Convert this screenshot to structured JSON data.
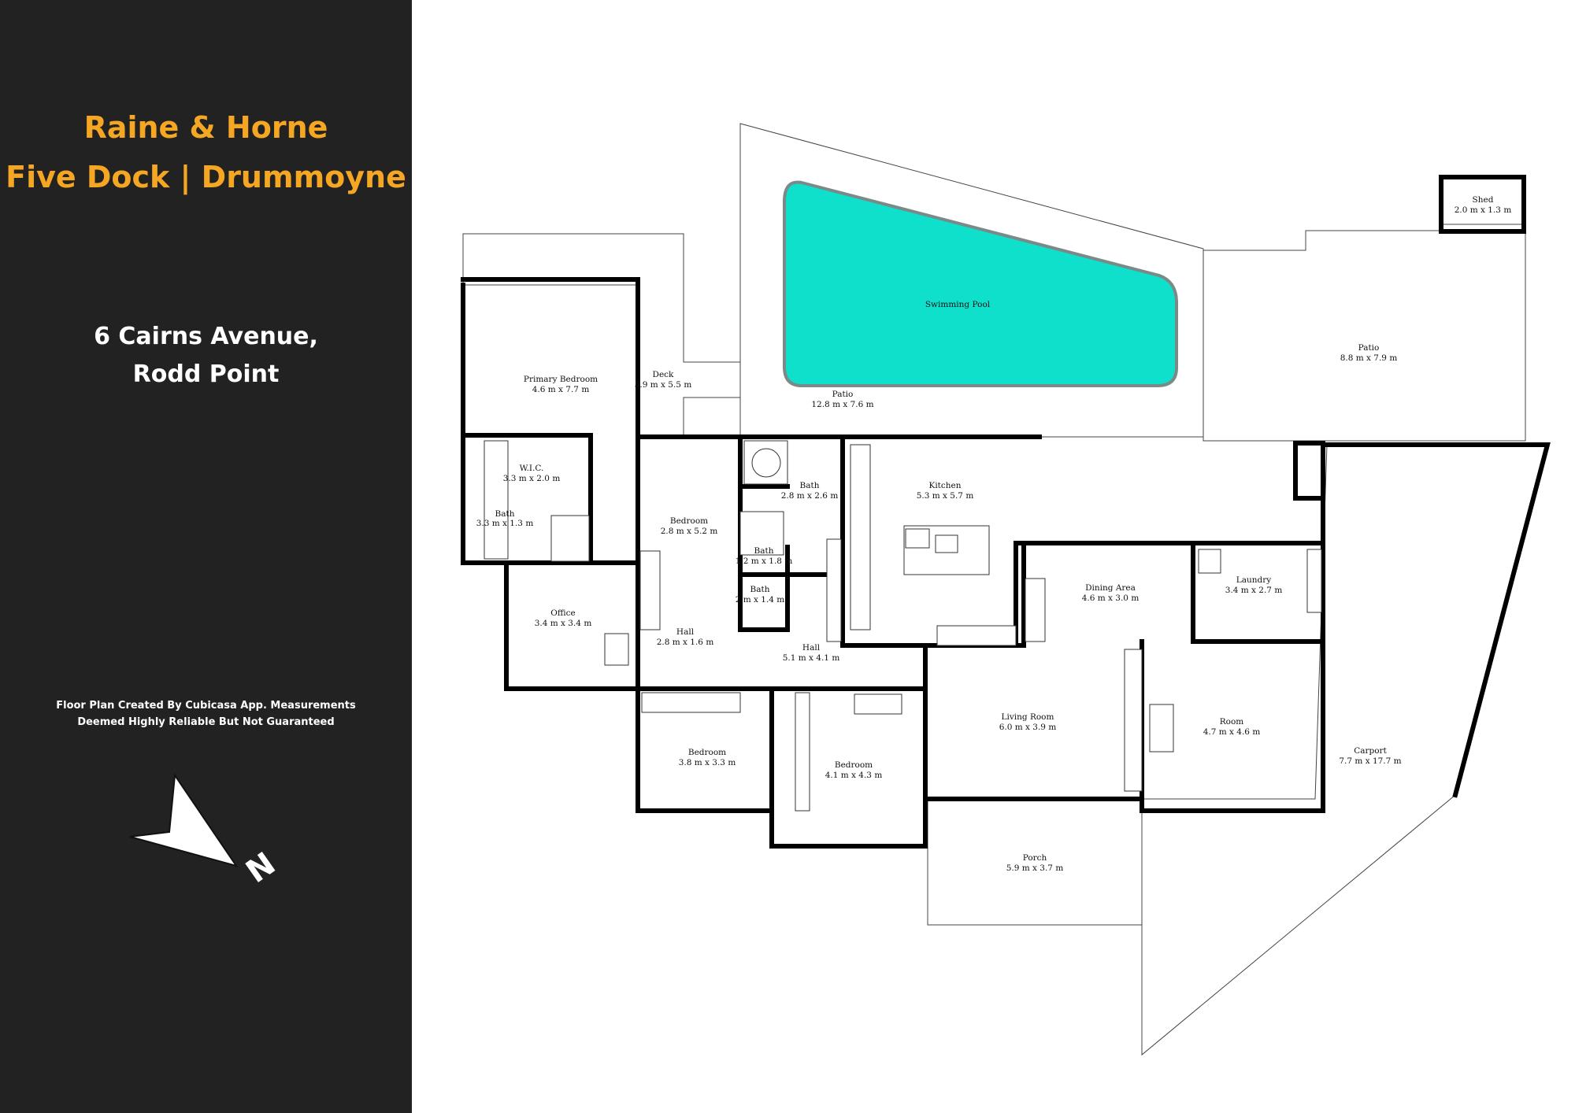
{
  "sidebar": {
    "brand_line1": "Raine & Horne",
    "brand_line2": "Five Dock | Drummoyne",
    "address_line1": "6 Cairns Avenue,",
    "address_line2": "Rodd Point",
    "disclaimer_line1": "Floor Plan Created By Cubicasa App. Measurements",
    "disclaimer_line2": "Deemed Highly Reliable But Not Guaranteed",
    "compass_letter": "N"
  },
  "colors": {
    "sidebar_bg": "#222222",
    "brand": "#f5a623",
    "pool": "#0ee0cc"
  },
  "rooms": {
    "pool": {
      "name": "Swimming Pool"
    },
    "shed": {
      "name": "Shed",
      "size": "2.0 m x 1.3 m"
    },
    "patio_right": {
      "name": "Patio",
      "size": "8.8 m x 7.9 m"
    },
    "patio_pool": {
      "name": "Patio",
      "size": "12.8 m x 7.6 m"
    },
    "deck": {
      "name": "Deck",
      "size": "5.9 m x 5.5 m"
    },
    "primary_bedroom": {
      "name": "Primary Bedroom",
      "size": "4.6 m x 7.7 m"
    },
    "wic": {
      "name": "W.I.C.",
      "size": "3.3 m x 2.0 m"
    },
    "bath_ensuite": {
      "name": "Bath",
      "size": "3.3 m x 1.3 m"
    },
    "office": {
      "name": "Office",
      "size": "3.4 m x 3.4 m"
    },
    "bedroom_2": {
      "name": "Bedroom",
      "size": "2.8 m x 5.2 m"
    },
    "hall_1": {
      "name": "Hall",
      "size": "2.8 m x 1.6 m"
    },
    "bath_main": {
      "name": "Bath",
      "size": "2.8 m x 2.6 m"
    },
    "bath_small_1": {
      "name": "Bath",
      "size": "1.2 m x 1.8 m"
    },
    "bath_small_2": {
      "name": "Bath",
      "size": "2 m x 1.4 m"
    },
    "hall_2": {
      "name": "Hall",
      "size": "5.1 m x 4.1 m"
    },
    "kitchen": {
      "name": "Kitchen",
      "size": "5.3 m x 5.7 m"
    },
    "dining": {
      "name": "Dining Area",
      "size": "4.6 m x 3.0 m"
    },
    "laundry": {
      "name": "Laundry",
      "size": "3.4 m x 2.7 m"
    },
    "living": {
      "name": "Living Room",
      "size": "6.0 m x 3.9 m"
    },
    "room": {
      "name": "Room",
      "size": "4.7 m x 4.6 m"
    },
    "carport": {
      "name": "Carport",
      "size": "7.7 m x 17.7 m"
    },
    "bedroom_3": {
      "name": "Bedroom",
      "size": "3.8 m x 3.3 m"
    },
    "bedroom_4": {
      "name": "Bedroom",
      "size": "4.1 m x 4.3 m"
    },
    "porch": {
      "name": "Porch",
      "size": "5.9 m x 3.7 m"
    }
  }
}
